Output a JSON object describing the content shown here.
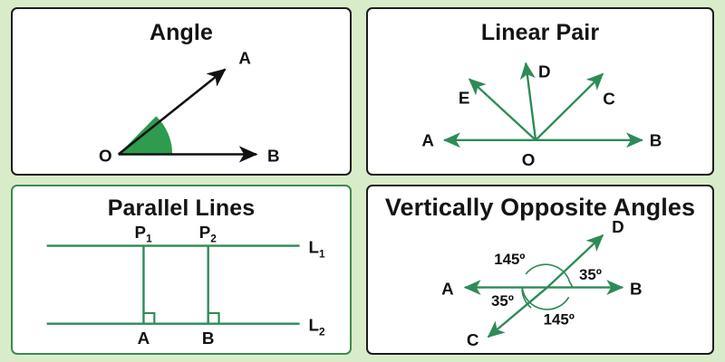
{
  "page": {
    "background_color": "#d9ecca",
    "panel_background": "#ffffff",
    "accent_green": "#2e8b57",
    "fill_green": "#2e9b4e",
    "ink_black": "#111111"
  },
  "panels": [
    {
      "id": "angle",
      "title": "Angle",
      "border_color": "#1c1c1c",
      "stroke_color": "#111111",
      "fill_color": "#2e9b4e",
      "labels": {
        "vertex": "O",
        "ray_upper": "A",
        "ray_lower": "B"
      }
    },
    {
      "id": "linear-pair",
      "title": "Linear Pair",
      "border_color": "#1c1c1c",
      "stroke_color": "#2e8b57",
      "labels": {
        "vertex": "O",
        "left_end": "A",
        "right_end": "B",
        "ray_c": "C",
        "ray_d": "D",
        "ray_e": "E"
      }
    },
    {
      "id": "parallel-lines",
      "title": "Parallel Lines",
      "border_color": "#3f8a52",
      "stroke_color": "#2e8b57",
      "labels": {
        "line_top": "L",
        "line_top_sub": "1",
        "line_bottom": "L",
        "line_bottom_sub": "2",
        "point_p1": "P",
        "point_p1_sub": "1",
        "point_p2": "P",
        "point_p2_sub": "2",
        "foot_a": "A",
        "foot_b": "B"
      }
    },
    {
      "id": "vertical-angles",
      "title": "Vertically Opposite Angles",
      "border_color": "#1c1c1c",
      "stroke_color": "#2e8b57",
      "labels": {
        "left_end": "A",
        "right_end": "B",
        "ray_c": "C",
        "ray_d": "D"
      },
      "angle_values": {
        "top": "145º",
        "right": "35º",
        "left": "35º",
        "bottom": "145º"
      }
    }
  ]
}
